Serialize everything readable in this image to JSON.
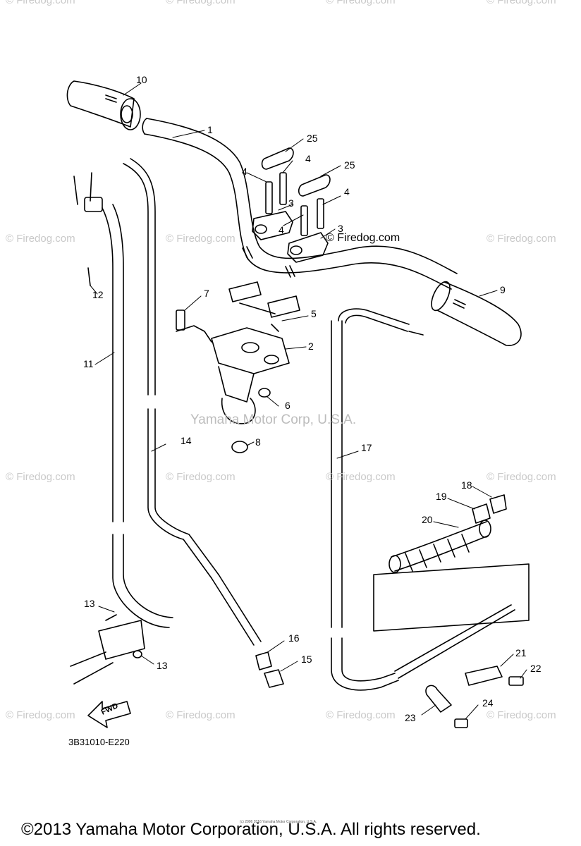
{
  "watermark": {
    "text": "© Firedog.com",
    "center_text": "Yamaha Motor Corp, U.S.A."
  },
  "diagram": {
    "part_labels": [
      "1",
      "2",
      "3",
      "3",
      "4",
      "4",
      "4",
      "4",
      "5",
      "6",
      "7",
      "8",
      "9",
      "10",
      "11",
      "12",
      "13",
      "13",
      "14",
      "15",
      "16",
      "17",
      "18",
      "19",
      "20",
      "21",
      "22",
      "23",
      "24",
      "25",
      "25"
    ],
    "diagram_code": "3B31010-E220",
    "fwd_label": "FWD"
  },
  "footer": {
    "copyright": "©2013 Yamaha Motor Corporation, U.S.A. All rights reserved.",
    "fine_print": "(c) 2006 2016 Yamaha Motor Corporation, U.S.A."
  }
}
